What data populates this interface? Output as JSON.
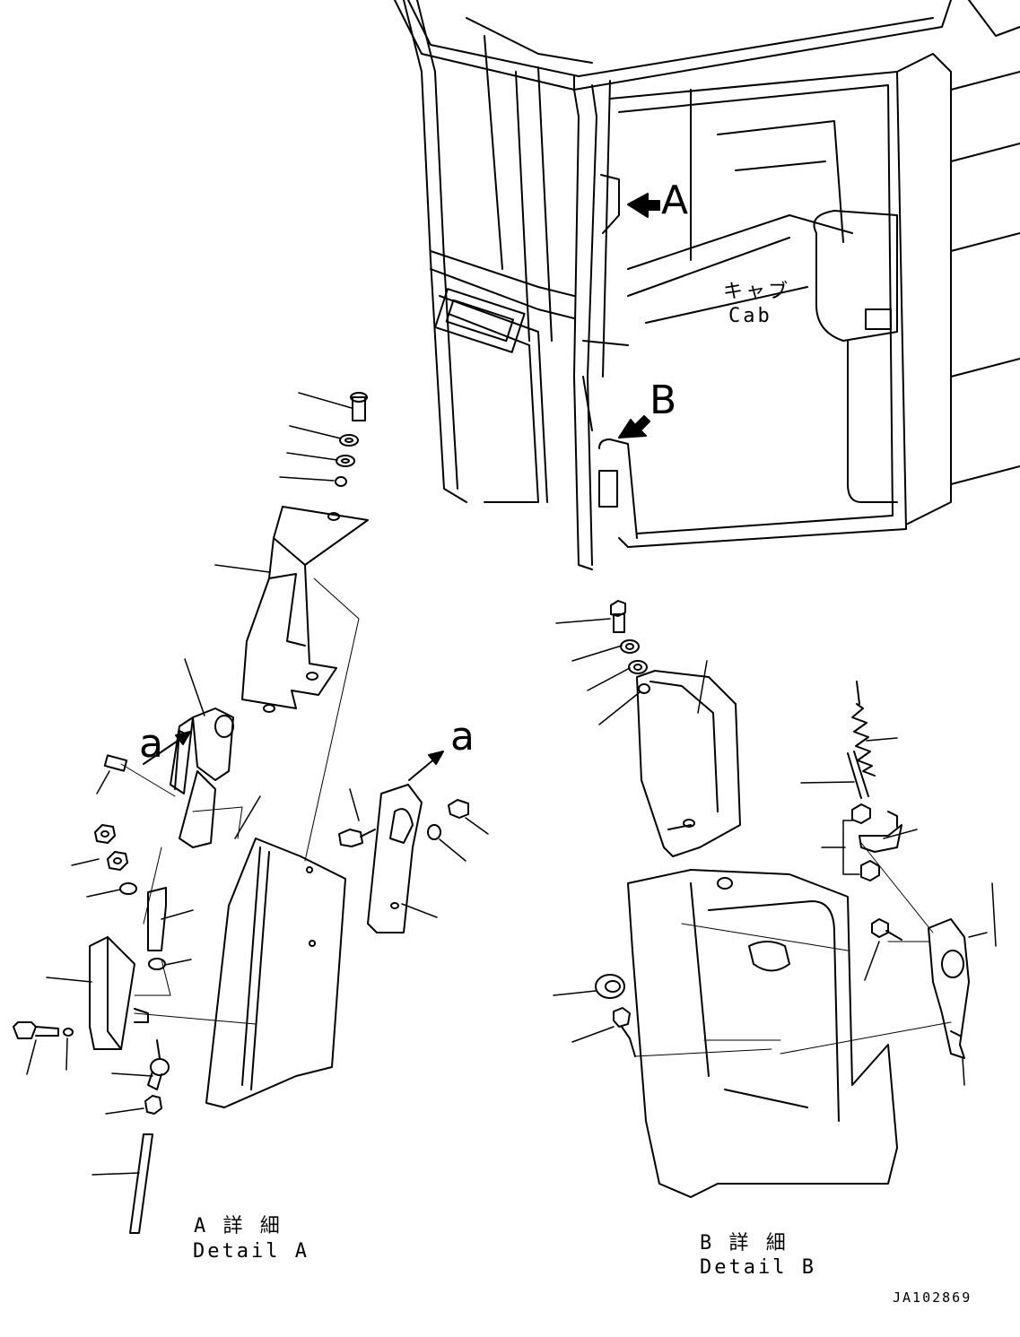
{
  "labels": {
    "view_a": "A",
    "view_b": "B",
    "cab_jp": "キャブ",
    "cab_en": "Cab",
    "arrow_a_left": "a",
    "arrow_a_right": "a",
    "detail_a_jp": "A 詳 細",
    "detail_a_en": "Detail A",
    "detail_b_jp": "B 詳 細",
    "detail_b_en": "Detail B",
    "drawing_code": "JA102869"
  },
  "colors": {
    "line": "#000000",
    "background": "#ffffff"
  }
}
